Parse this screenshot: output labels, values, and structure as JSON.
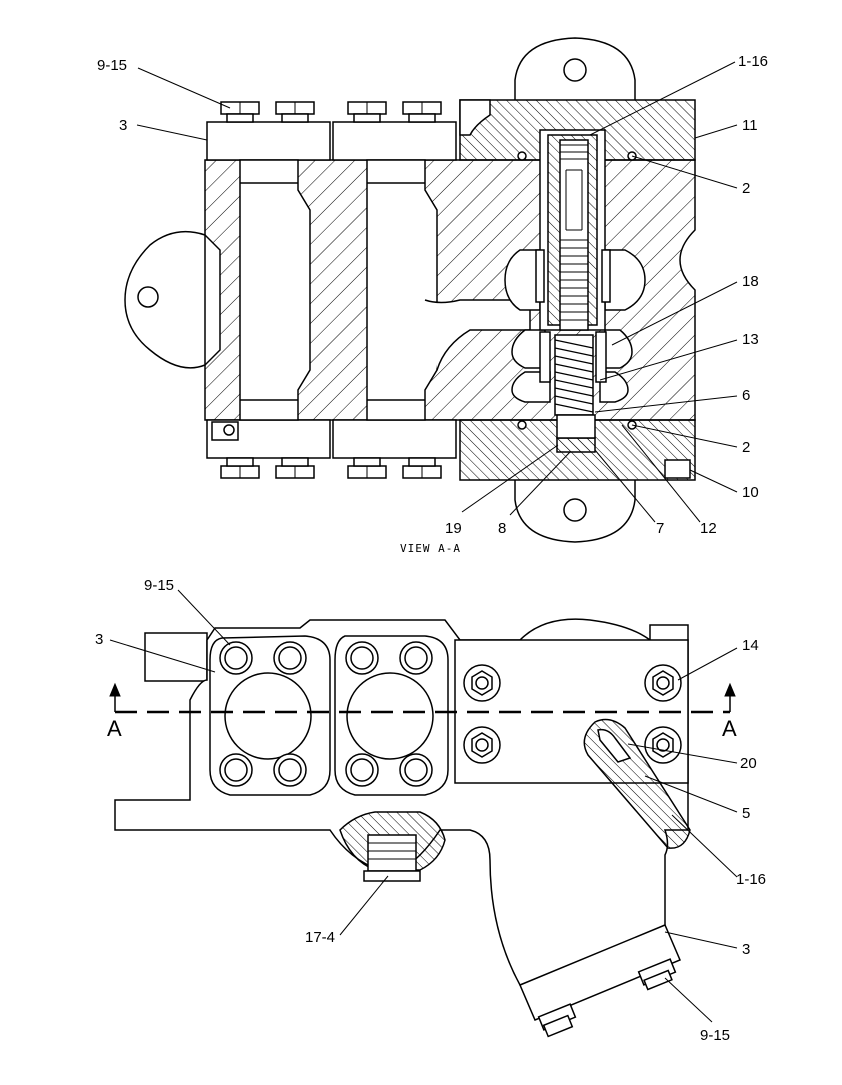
{
  "view_title": "VIEW A-A",
  "section_marker": "A",
  "top_view": {
    "callouts": [
      {
        "id": "c-9-15",
        "text": "9-15"
      },
      {
        "id": "c-3",
        "text": "3"
      },
      {
        "id": "c-1-16",
        "text": "1-16"
      },
      {
        "id": "c-11",
        "text": "11"
      },
      {
        "id": "c-2a",
        "text": "2"
      },
      {
        "id": "c-18",
        "text": "18"
      },
      {
        "id": "c-13",
        "text": "13"
      },
      {
        "id": "c-6",
        "text": "6"
      },
      {
        "id": "c-2b",
        "text": "2"
      },
      {
        "id": "c-10",
        "text": "10"
      },
      {
        "id": "c-19",
        "text": "19"
      },
      {
        "id": "c-8",
        "text": "8"
      },
      {
        "id": "c-7",
        "text": "7"
      },
      {
        "id": "c-12",
        "text": "12"
      }
    ]
  },
  "bottom_view": {
    "callouts": [
      {
        "id": "d-9-15",
        "text": "9-15"
      },
      {
        "id": "d-3",
        "text": "3"
      },
      {
        "id": "d-14",
        "text": "14"
      },
      {
        "id": "d-20",
        "text": "20"
      },
      {
        "id": "d-5",
        "text": "5"
      },
      {
        "id": "d-1-16",
        "text": "1-16"
      },
      {
        "id": "d-17-4",
        "text": "17-4"
      },
      {
        "id": "d-3b",
        "text": "3"
      },
      {
        "id": "d-9-15b",
        "text": "9-15"
      }
    ]
  }
}
